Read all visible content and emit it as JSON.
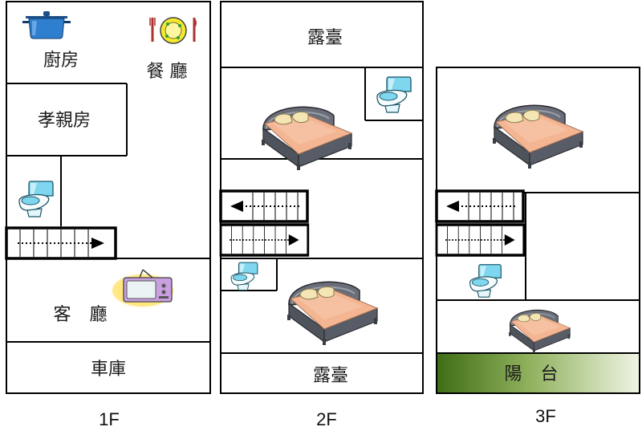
{
  "floors": {
    "f1": {
      "label": "1F",
      "rooms": {
        "kitchen": "廚房",
        "dining": "餐 廳",
        "parents_room": "孝親房",
        "living": "客 廳",
        "garage": "車庫"
      }
    },
    "f2": {
      "label": "2F",
      "rooms": {
        "terrace_top": "露臺",
        "terrace_bottom": "露臺"
      }
    },
    "f3": {
      "label": "3F",
      "rooms": {
        "balcony": "陽 台"
      }
    }
  },
  "colors": {
    "wall": "#000000",
    "balcony_dark": "#4a7a1e",
    "balcony_light": "#eef4e2",
    "bed_frame": "#5b5f6b",
    "bed_sheet": "#f4b592",
    "bed_pillow": "#f2e4b0",
    "toilet": "#7ed6ef",
    "pot": "#2f7fd0",
    "plate": "#f6e92b",
    "tv_body": "#c89fe0",
    "tv_glow": "#ffd93b"
  },
  "icons": [
    "pot-icon",
    "plate-icon",
    "toilet-icon",
    "bed-icon",
    "tv-icon",
    "stairs-icon"
  ]
}
